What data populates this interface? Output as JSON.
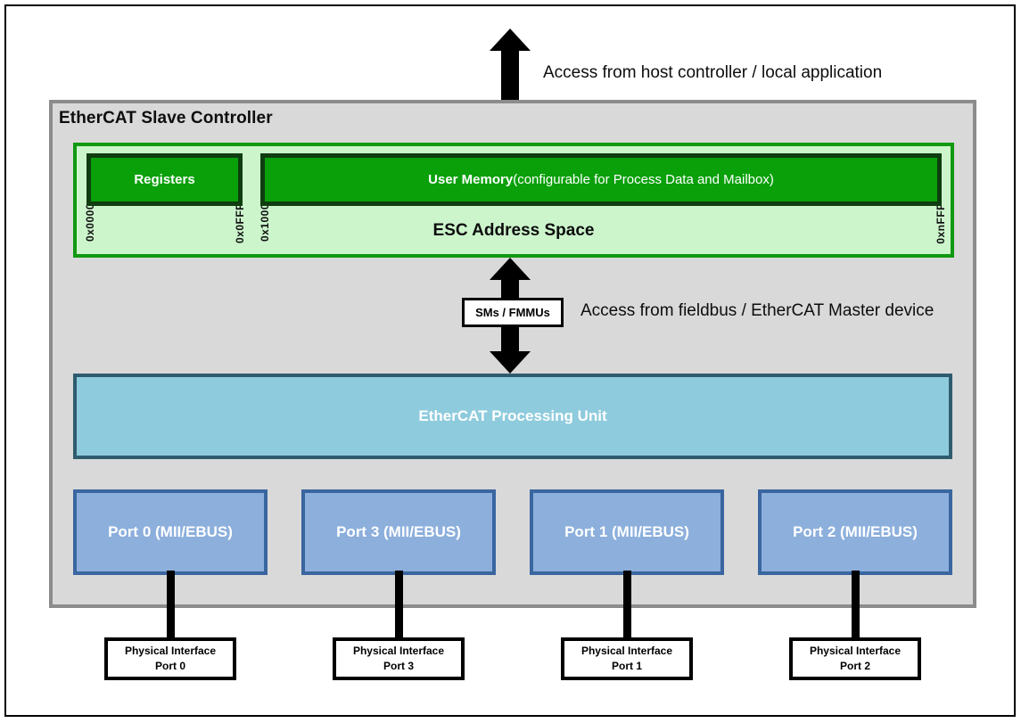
{
  "diagram": {
    "title": "EtherCAT Slave Controller",
    "annotations": {
      "host": "Access from host controller / local application",
      "fieldbus": "Access from fieldbus / EtherCAT Master device"
    },
    "address_space": {
      "label": "ESC Address Space",
      "registers": {
        "label": "Registers",
        "start": "0x0000",
        "end": "0x0FFF"
      },
      "user_memory": {
        "label_strong": "User Memory",
        "label_rest": " (configurable for Process Data and Mailbox)",
        "start": "0x1000",
        "end": "0xnFFF"
      }
    },
    "sms_fmmus": {
      "label": "SMs / FMMUs"
    },
    "processing_unit": {
      "label": "EtherCAT Processing Unit"
    },
    "ports": [
      {
        "label": "Port 0 (MII/EBUS)",
        "phy_line1": "Physical Interface",
        "phy_line2": "Port 0"
      },
      {
        "label": "Port 3 (MII/EBUS)",
        "phy_line1": "Physical Interface",
        "phy_line2": "Port 3"
      },
      {
        "label": "Port 1 (MII/EBUS)",
        "phy_line1": "Physical Interface",
        "phy_line2": "Port 1"
      },
      {
        "label": "Port 2 (MII/EBUS)",
        "phy_line1": "Physical Interface",
        "phy_line2": "Port 2"
      }
    ],
    "colors": {
      "panel_fill": "#d9d9d9",
      "panel_border": "#8c8c8c",
      "memory_fill": "#0aa00a",
      "memory_border": "#0f3d0f",
      "address_band_fill": "#ccf5cc",
      "address_band_border": "#119911",
      "epu_fill": "#8ecbdd",
      "epu_border": "#2e5c6e",
      "port_fill": "#8cafdc",
      "port_border": "#3a66a0",
      "arrow": "#000000"
    }
  }
}
